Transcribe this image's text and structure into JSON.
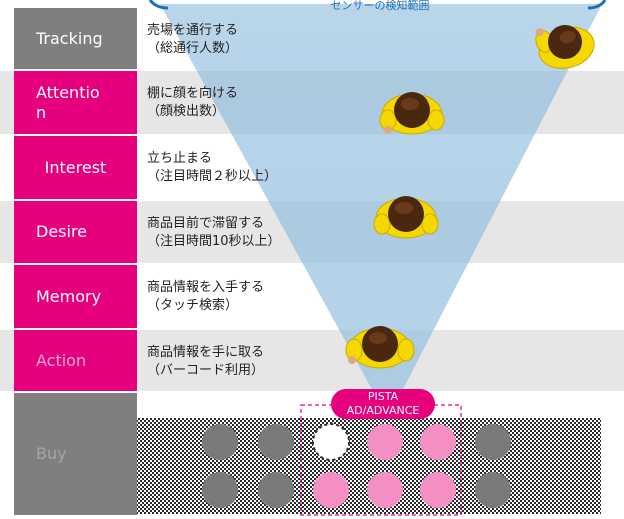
{
  "sensor": {
    "title": "センサーの検知範囲"
  },
  "stages": [
    {
      "label": "Tracking",
      "description": "売場を通行する\n（総通行人数）",
      "label_color": "#7f7f7f",
      "row_color": "#ffffff",
      "label_text_color": "#ffffff"
    },
    {
      "label": "Attentio\nn",
      "description": "棚に顔を向ける\n（顔検出数）",
      "label_color": "#e6007e",
      "row_color": "#e6e6e6",
      "label_text_color": "#ffffff"
    },
    {
      "label": "Interest",
      "description": "立ち止まる\n（注目時間２秒以上）",
      "label_color": "#e6007e",
      "row_color": "#ffffff",
      "label_text_color": "#ffffff"
    },
    {
      "label": "Desire",
      "description": "商品目前で滞留する\n（注目時間10秒以上）",
      "label_color": "#e6007e",
      "row_color": "#e6e6e6",
      "label_text_color": "#ffffff"
    },
    {
      "label": "Memory",
      "description": "商品情報を入手する\n（タッチ検索）",
      "label_color": "#e6007e",
      "row_color": "#ffffff",
      "label_text_color": "#ffffff"
    },
    {
      "label": "Action",
      "description": "商品情報を手に取る\n（バーコード利用）",
      "label_color": "#e6007e",
      "row_color": "#e6e6e6",
      "label_text_color": "#f4a9cf"
    },
    {
      "label": "Buy",
      "description": "",
      "label_color": "#7f7f7f",
      "row_color": "#ffffff",
      "label_text_color": "#a6a6a6"
    }
  ],
  "pista": {
    "line1": "PISTA",
    "line2": "AD/ADVANCE"
  },
  "colors": {
    "accent": "#e6007e",
    "gray_label": "#7f7f7f",
    "sensor_fill": "#a9cce3",
    "product_gray": "#7a7a7a",
    "product_pink": "#f48fc4"
  },
  "shelf": {
    "top_row": [
      "gray",
      "gray",
      "empty",
      "pink",
      "pink",
      "gray"
    ],
    "bottom_row": [
      "gray",
      "gray",
      "pink",
      "pink",
      "pink",
      "gray"
    ]
  }
}
